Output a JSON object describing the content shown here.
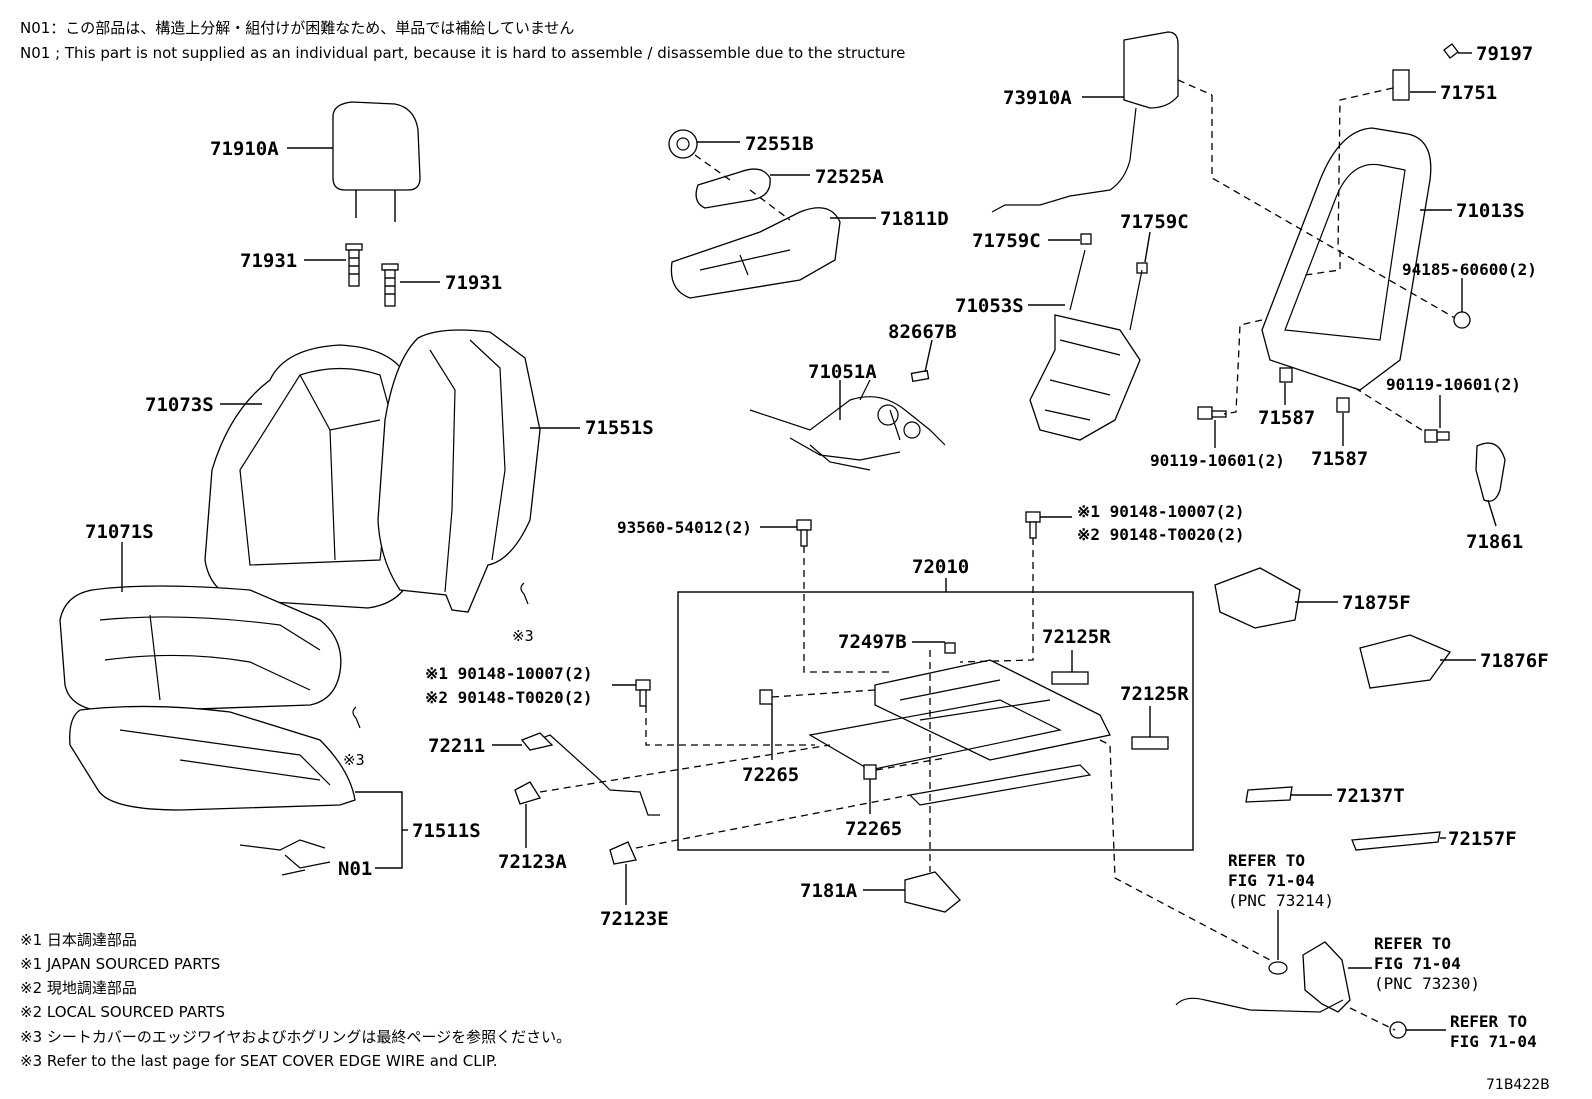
{
  "notes": {
    "n01_jp": "N01：この部品は、構造上分解・組付けが困難なため、単品では補給していません",
    "n01_en": "N01 ; This part is not supplied as an individual part, because it is hard to assemble / disassemble due to the structure",
    "legend": [
      "※1 日本調達部品",
      "※1 JAPAN SOURCED PARTS",
      "※2 現地調達部品",
      "※2 LOCAL SOURCED PARTS",
      "※3 シートカバーのエッジワイヤおよびホグリングは最終ページを参照ください。",
      "※3 Refer to the last page for SEAT COVER EDGE WIRE and CLIP."
    ],
    "figure_code": "71B422B"
  },
  "parts": {
    "p71910A": "71910A",
    "p71931a": "71931",
    "p71931b": "71931",
    "p71073S": "71073S",
    "p71551S": "71551S",
    "p71071S": "71071S",
    "p71511S": "71511S",
    "pN01": "N01",
    "mark3a": "※3",
    "mark3b": "※3",
    "p72551B": "72551B",
    "p72525A": "72525A",
    "p71811D": "71811D",
    "p82667B": "82667B",
    "p71051A": "71051A",
    "p73910A": "73910A",
    "p71759Ca": "71759C",
    "p71759Cb": "71759C",
    "p71053S": "71053S",
    "p79197": "79197",
    "p71751": "71751",
    "p71013S": "71013S",
    "p94185": "94185-60600(2)",
    "p90119a": "90119-10601(2)",
    "p90119b": "90119-10601(2)",
    "p71587a": "71587",
    "p71587b": "71587",
    "p71861": "71861",
    "p93560": "93560-54012(2)",
    "p90148top1": "※1 90148-10007(2)",
    "p90148top2": "※2 90148-T0020(2)",
    "p72010": "72010",
    "p72497B": "72497B",
    "p72125Ra": "72125R",
    "p72125Rb": "72125R",
    "p90148left1": "※1 90148-10007(2)",
    "p90148left2": "※2 90148-T0020(2)",
    "p72211": "72211",
    "p72265a": "72265",
    "p72265b": "72265",
    "p72123A": "72123A",
    "p72123E": "72123E",
    "p7181A": "7181A",
    "p71875F": "71875F",
    "p71876F": "71876F",
    "p72137T": "72137T",
    "p72157F": "72157F",
    "ref1a": "REFER TO",
    "ref1b": "FIG 71-04",
    "ref1c": "(PNC 73214)",
    "ref2a": "REFER TO",
    "ref2b": "FIG 71-04",
    "ref2c": "(PNC 73230)",
    "ref3a": "REFER TO",
    "ref3b": "FIG 71-04"
  }
}
